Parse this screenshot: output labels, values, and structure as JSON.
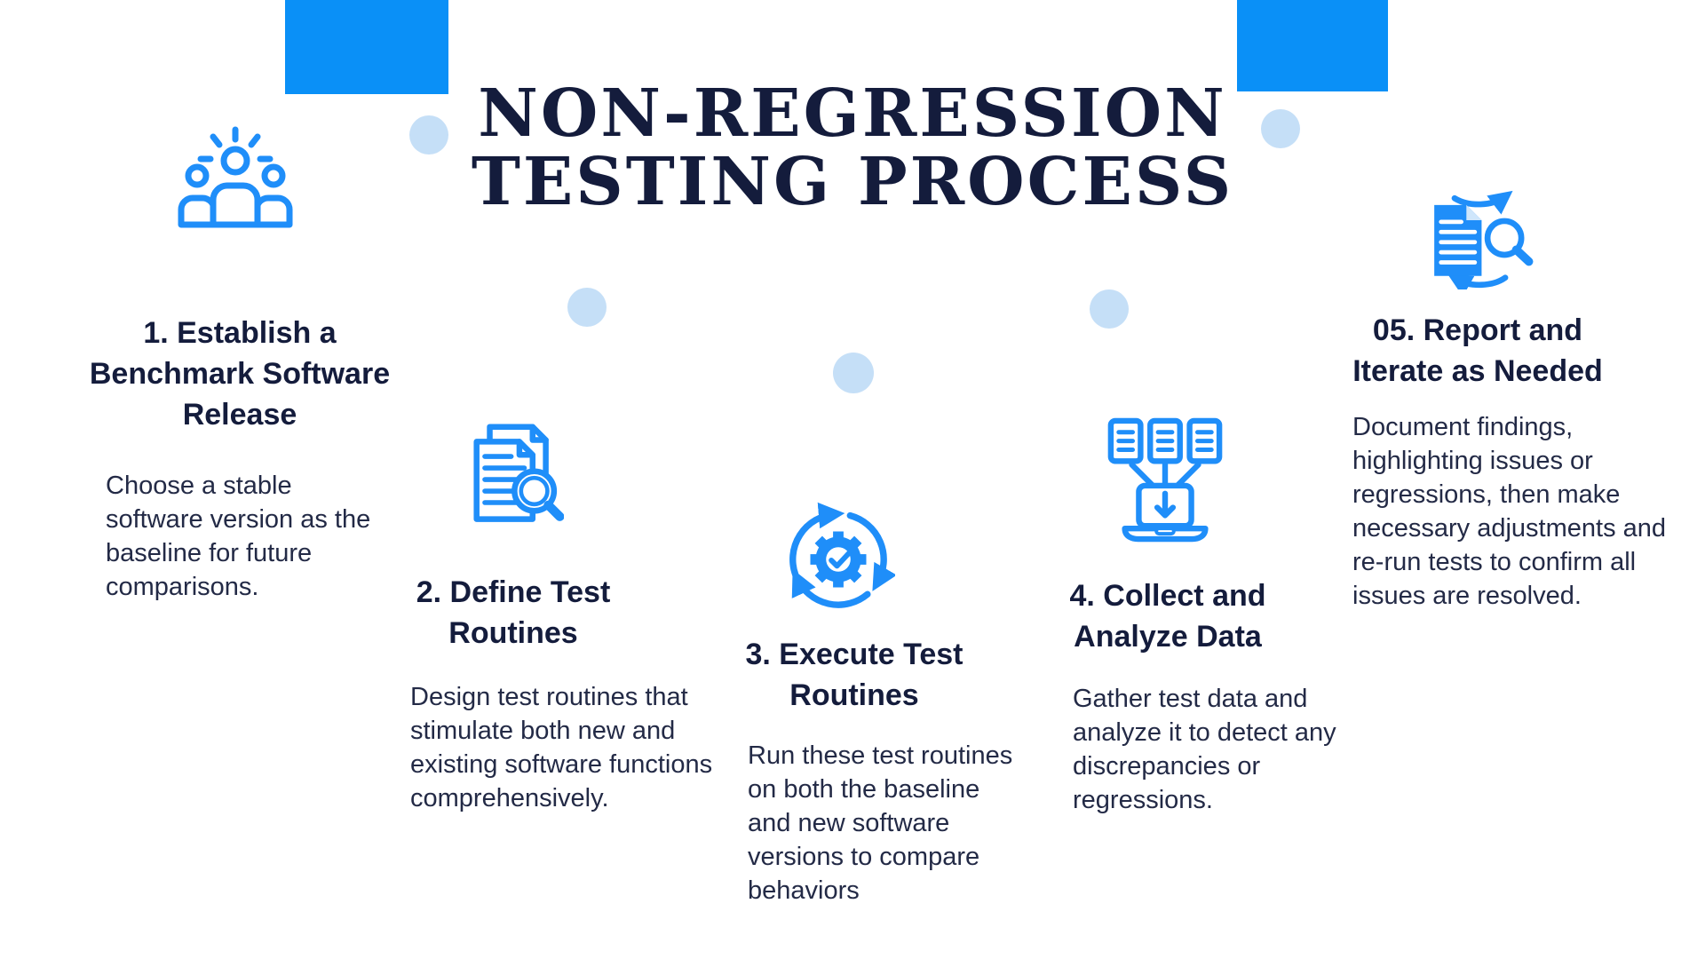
{
  "title": "NON-REGRESSION\nTESTING PROCESS",
  "steps": [
    {
      "icon": "team-celebrate-icon",
      "title": "1. Establish a\nBenchmark Software\nRelease",
      "description": "Choose a stable\nsoftware version as the\nbaseline for future\ncomparisons."
    },
    {
      "icon": "documents-magnifier-icon",
      "title": "2. Define Test\nRoutines",
      "description": "Design test routines that\nstimulate both new and\nexisting software functions\ncomprehensively."
    },
    {
      "icon": "gear-cycle-icon",
      "title": "3. Execute Test\nRoutines",
      "description": "Run these test routines\non both the baseline\nand new software\nversions to compare\nbehaviors"
    },
    {
      "icon": "data-to-laptop-icon",
      "title": "4. Collect and\nAnalyze Data",
      "description": "Gather test data and\nanalyze it to detect any\ndiscrepancies or\nregressions."
    },
    {
      "icon": "report-iterate-icon",
      "title": "05. Report and\nIterate as Needed",
      "description": "Document findings,\nhighlighting issues or\nregressions, then make\nnecessary adjustments and\nre-run tests to confirm all\nissues are resolved."
    }
  ],
  "colors": {
    "accent_blue": "#0a90f7",
    "icon_blue": "#1f8ef9",
    "navy_title": "#141c3c",
    "body_text": "#232a46",
    "arc_dash": "#1d5ca9",
    "dot_light_blue": "#c5dff7"
  }
}
